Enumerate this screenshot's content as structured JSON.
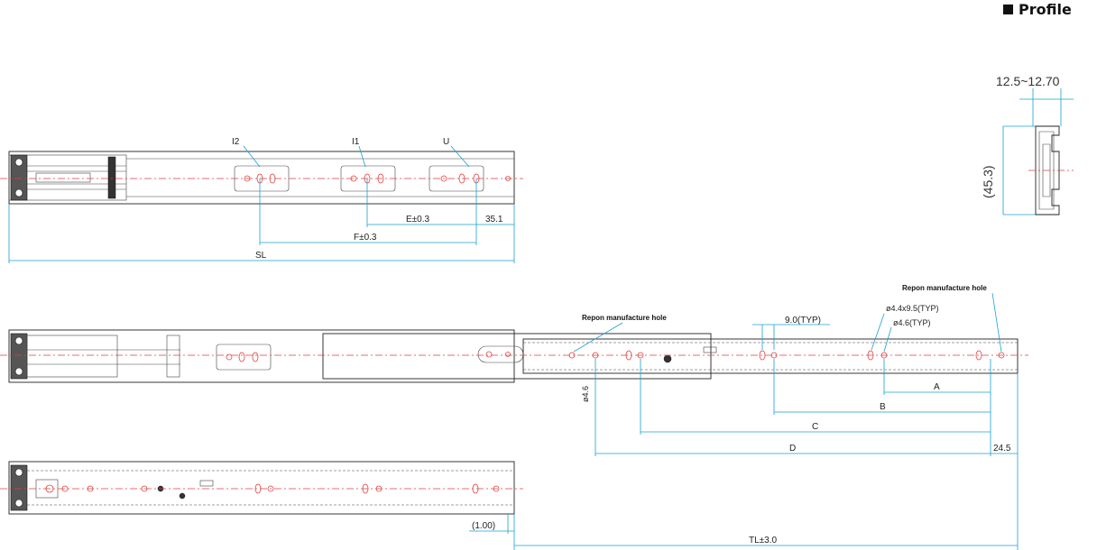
{
  "title": "Profile",
  "labels": {
    "I2": "I2",
    "I1": "I1",
    "U": "U",
    "E": "E±0.3",
    "F": "F±0.3",
    "d35": "35.1",
    "SL": "SL",
    "repon_left": "Repon manufacture hole",
    "repon_right": "Repon manufacture hole",
    "typ90": "9.0(TYP)",
    "slot": "ø4.4x9.5(TYP)",
    "hole46": "ø4.6(TYP)",
    "phi46": "ø4.6",
    "A": "A",
    "B": "B",
    "C": "C",
    "D": "D",
    "d245": "24.5",
    "d100": "(1.00)",
    "TL": "TL±3.0"
  },
  "profile": {
    "width": "12.5~12.70",
    "height": "(45.3)"
  },
  "colors": {
    "dimension": "#1aa0d0",
    "centerline": "#e04040",
    "outline": "#222222"
  }
}
